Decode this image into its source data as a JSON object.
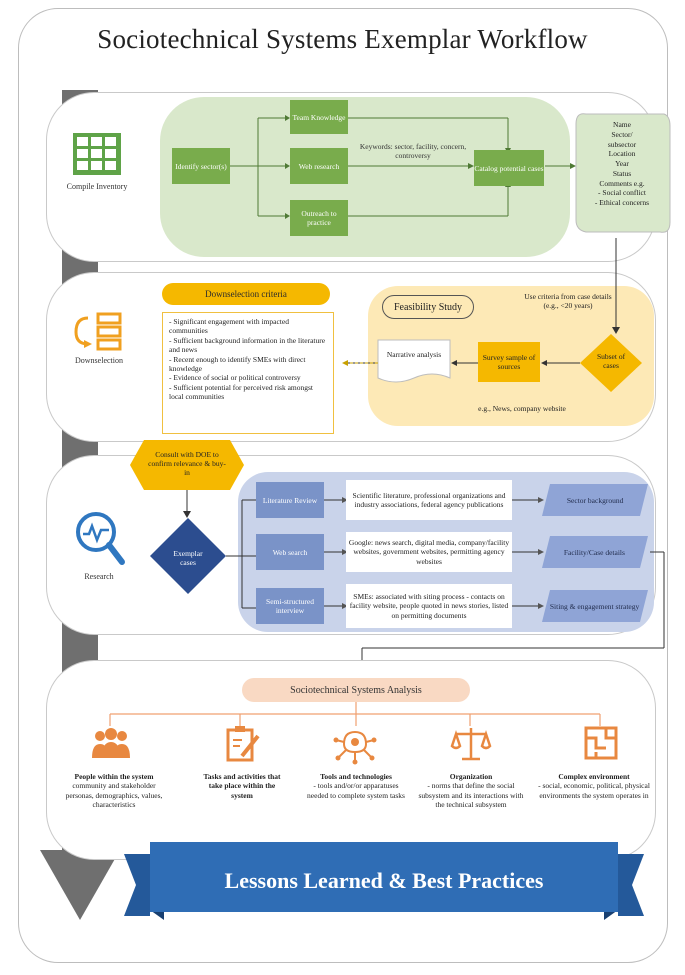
{
  "title": "Sociotechnical Systems Exemplar Workflow",
  "inventory": {
    "label": "Compile Inventory",
    "identify": "Identify sector(s)",
    "team_knowledge": "Team Knowledge",
    "web_research": "Web research",
    "outreach": "Outreach to practice",
    "keywords": "Keywords: sector, facility, concern, controversy",
    "catalog": "Catalog potential cases",
    "fields": "Name\nSector/\nsubsector\nLocation\nYear\nStatus\nComments e.g.\n- Social conflict\n- Ethical concerns"
  },
  "downselect": {
    "label": "Downselection",
    "criteria_title": "Downselection criteria",
    "criteria": "- Significant engagement with impacted communities\n- Sufficient background information in the literature and news\n- Recent enough to identify SMEs with direct knowledge\n- Evidence of social or political controversy\n- Sufficient potential for perceived risk amongst local communities",
    "feasibility": "Feasibility Study",
    "use_criteria": "Use criteria from case details (e.g., <20 years)",
    "narrative": "Narrative analysis",
    "survey": "Survey sample of sources",
    "subset": "Subset of cases",
    "sources_note": "e.g., News, company website"
  },
  "research": {
    "label": "Research",
    "consult": "Consult with DOE to confirm relevance & buy-in",
    "exemplar": "Exemplar cases",
    "rows": [
      {
        "method": "Literature Review",
        "desc": "Scientific literature, professional organizations and industry associations, federal agency publications",
        "output": "Sector background"
      },
      {
        "method": "Web search",
        "desc": "Google: news search, digital media, company/facility websites, government websites, permitting agency websites",
        "output": "Facility/Case details"
      },
      {
        "method": "Semi-structured interview",
        "desc": "SMEs: associated with siting process - contacts on facility website, people quoted in news stories, listed on permitting documents",
        "output": "Siting & engagement strategy"
      }
    ]
  },
  "analysis": {
    "title": "Sociotechnical Systems Analysis",
    "items": [
      {
        "heading": "People within the system",
        "text": "community and stakeholder personas, demographics, values, characteristics",
        "icon": "people-icon"
      },
      {
        "heading": "Tasks and activities that take place within the system",
        "text": "",
        "icon": "clipboard-icon"
      },
      {
        "heading": "Tools and technologies",
        "text": "- tools and/or/or apparatuses needed to complete system tasks",
        "icon": "tools-network-icon"
      },
      {
        "heading": "Organization",
        "text": "- norms that define the social subsystem and its interactions with the technical subsystem",
        "icon": "scales-icon"
      },
      {
        "heading": "Complex environment",
        "text": "- social, economic, political, physical environments the system operates in",
        "icon": "maze-icon"
      }
    ]
  },
  "banner": "Lessons Learned & Best Practices",
  "colors": {
    "green": "#79ac4c",
    "green_light": "#d9e8cb",
    "yellow": "#f5b800",
    "yellow_light": "#fde9b6",
    "blue": "#7a93c8",
    "blue_light": "#c9d3ea",
    "orange": "#e88840",
    "orange_light": "#f9d9c3",
    "arrow_gray": "#6f6f6f",
    "banner": "#2f6db5"
  }
}
